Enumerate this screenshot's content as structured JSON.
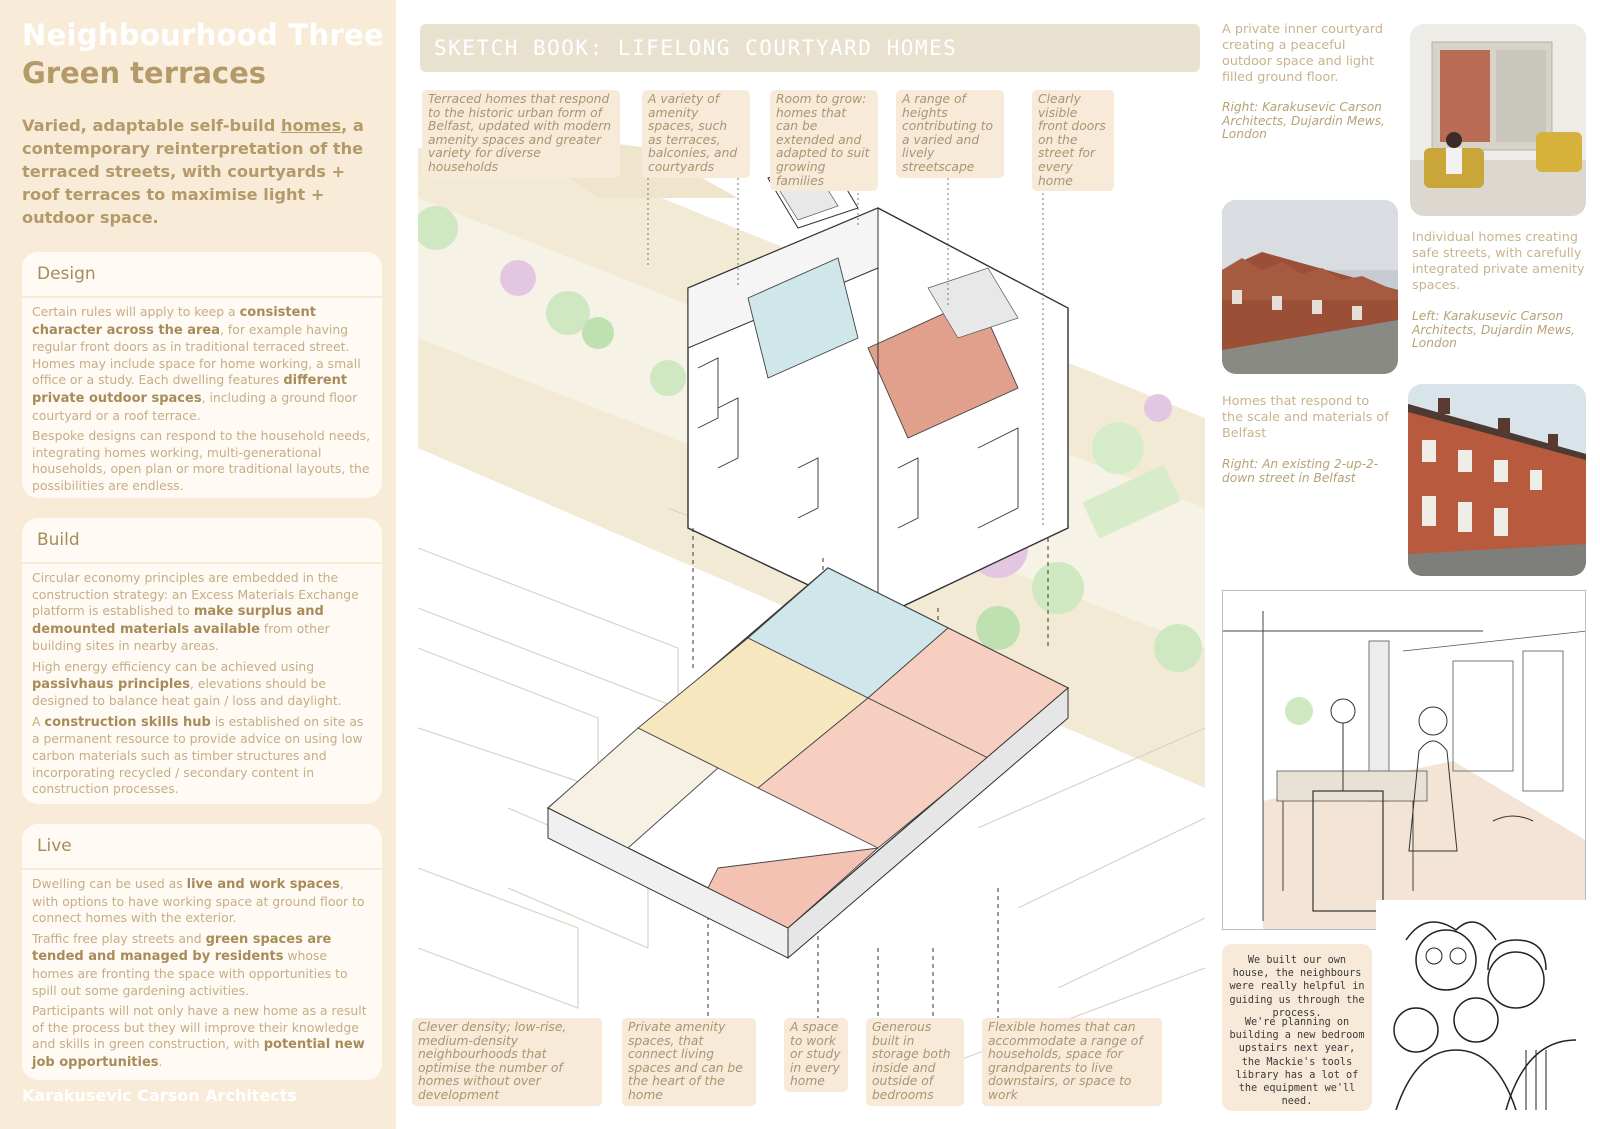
{
  "sidebar": {
    "title_line1": "Neighbourhood Three",
    "title_line2": "Green terraces",
    "intro_a": "Varied, adaptable self-build ",
    "intro_link": "homes",
    "intro_b": ", a contemporary reinterpretation of the terraced streets, with courtyards + roof terraces to maximise light + outdoor space.",
    "footer": "Karakusevic Carson Architects"
  },
  "design": {
    "heading": "Design",
    "p1_a": "Certain rules will apply to keep a ",
    "p1_b": "consistent character across the area",
    "p1_c": ", for example having regular front doors as in traditional terraced street. Homes may include space for home working, a small office or a study. Each dwelling features ",
    "p1_d": "different private outdoor spaces",
    "p1_e": ", including a ground floor courtyard or a roof terrace.",
    "p2": "Bespoke designs can respond to the household needs, integrating homes working, multi-generational households, open plan or more traditional layouts, the possibilities are endless."
  },
  "build": {
    "heading": "Build",
    "p1_a": "Circular economy principles are embedded in the construction strategy: an Excess Materials Exchange platform is established to ",
    "p1_b": "make surplus and demounted materials available",
    "p1_c": " from other building sites in nearby areas.",
    "p2_a": "High energy efficiency can be achieved using ",
    "p2_b": "passivhaus principles",
    "p2_c": ", elevations should be designed to balance heat gain / loss and daylight.",
    "p3_a": "A ",
    "p3_b": "construction skills hub",
    "p3_c": " is established on site as a permanent resource to provide advice on using low carbon materials such as timber structures and incorporating recycled / secondary content in construction processes."
  },
  "live": {
    "heading": "Live",
    "p1_a": "Dwelling can be used as ",
    "p1_b": "live and work spaces",
    "p1_c": ", with options to have working space at ground floor to connect homes with the exterior.",
    "p2_a": "Traffic free play streets and ",
    "p2_b": "green spaces are tended and managed by residents",
    "p2_c": " whose homes are fronting the space with opportunities to spill out some gardening activities.",
    "p3_a": "Participants will not only have a new home as a result of the process but they will improve their knowledge and skills in green construction, with ",
    "p3_b": "potential new job opportunities",
    "p3_c": "."
  },
  "sketch": {
    "title": "SKETCH BOOK: LIFELONG COURTYARD HOMES"
  },
  "notes_top": [
    "Terraced homes that respond to the historic urban form of Belfast, updated with modern amenity spaces and greater variety for diverse households",
    "A variety of amenity spaces, such as terraces, balconies, and courtyards",
    "Room to grow: homes that can be extended and adapted to suit growing families",
    "A range of heights contributing to a varied and lively streetscape",
    "Clearly visible front doors on the street for every home"
  ],
  "notes_bottom": [
    "Clever density; low-rise, medium-density neighbourhoods that optimise the number of homes without over development",
    "Private amenity spaces, that connect living spaces and can be the heart of the home",
    "A space to work or study in every home",
    "Generous built in storage both inside and outside of bedrooms",
    "Flexible homes that can accommodate a range of households, space for grandparents to live downstairs, or space to work"
  ],
  "right": {
    "cap1": "A private inner courtyard creating a peaceful outdoor space and light filled ground floor.",
    "cap1_credit": "Right: Karakusevic Carson Architects, Dujardin Mews, London",
    "cap2": "Individual homes creating safe streets, with carefully integrated private amenity spaces.",
    "cap2_credit": "Left: Karakusevic Carson Architects, Dujardin Mews, London",
    "cap3": "Homes that respond to the scale and materials of Belfast",
    "cap3_credit": "Right: An existing 2-up-2-down street in Belfast",
    "bubble1": "We built our own house, the neighbours were really helpful in guiding us through the process.",
    "bubble2": "We're planning on building a new bedroom upstairs next year, the Mackie's tools library has a lot of the equipment we'll need."
  },
  "colors": {
    "sidebar_bg": "#f8ecd9",
    "accent": "#b39a68",
    "note_bg": "#f7ead8",
    "room_blue": "#cfe6ea",
    "room_yellow": "#f6e7bf",
    "room_pink": "#f6cfc0",
    "terrace": "#d58c74",
    "brick": "#b85a3e"
  }
}
